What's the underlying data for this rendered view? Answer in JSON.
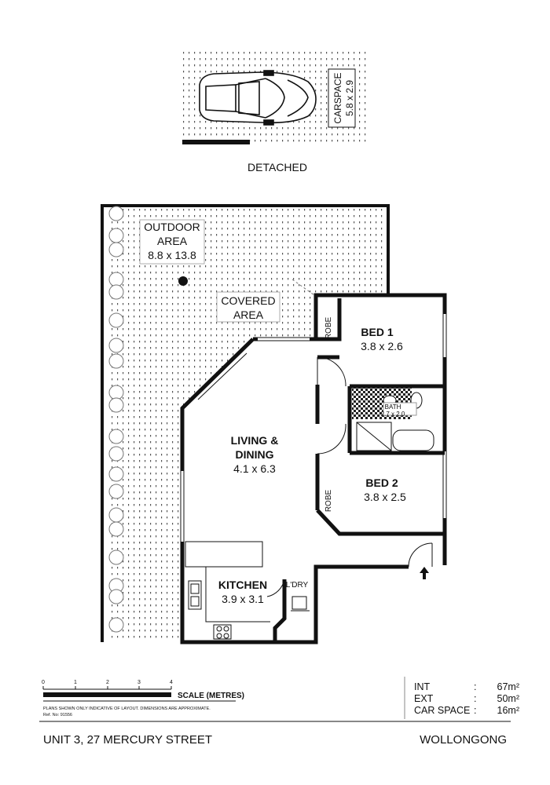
{
  "carspace": {
    "label": "CARSPACE",
    "size": "5.8 x 2.9",
    "caption": "DETACHED"
  },
  "rooms": {
    "outdoor": {
      "name": "OUTDOOR",
      "name2": "AREA",
      "size": "8.8 x 13.8"
    },
    "covered": {
      "name": "COVERED",
      "name2": "AREA"
    },
    "bed1": {
      "name": "BED 1",
      "size": "3.8 x 2.6"
    },
    "bed2": {
      "name": "BED 2",
      "size": "3.8 x 2.5"
    },
    "robe1": {
      "name": "ROBE"
    },
    "robe2": {
      "name": "ROBE"
    },
    "bath": {
      "name": "BATH",
      "size": "2.7 x 2.0"
    },
    "living": {
      "name": "LIVING &",
      "name2": "DINING",
      "size": "4.1 x 6.3"
    },
    "kitchen": {
      "name": "KITCHEN",
      "size": "3.9 x 3.1"
    },
    "laundry": {
      "name": "L'DRY"
    }
  },
  "scale": {
    "ticks": [
      "0",
      "1",
      "2",
      "3",
      "4"
    ],
    "label": "SCALE (METRES)",
    "disclaimer": "PLANS SHOWN ONLY INDICATIVE OF LAYOUT.  DIMENSIONS ARE APPROXIMATE.",
    "ref": "Ref. No: 91556"
  },
  "areas": [
    {
      "label": "INT",
      "value": "67m²"
    },
    {
      "label": "EXT",
      "value": "50m²"
    },
    {
      "label": "CAR SPACE",
      "value": "16m²"
    }
  ],
  "address": "UNIT 3, 27 MERCURY STREET",
  "suburb": "WOLLONGONG",
  "colors": {
    "wall": "#111111",
    "hatch": "#666666",
    "line": "#333333"
  }
}
